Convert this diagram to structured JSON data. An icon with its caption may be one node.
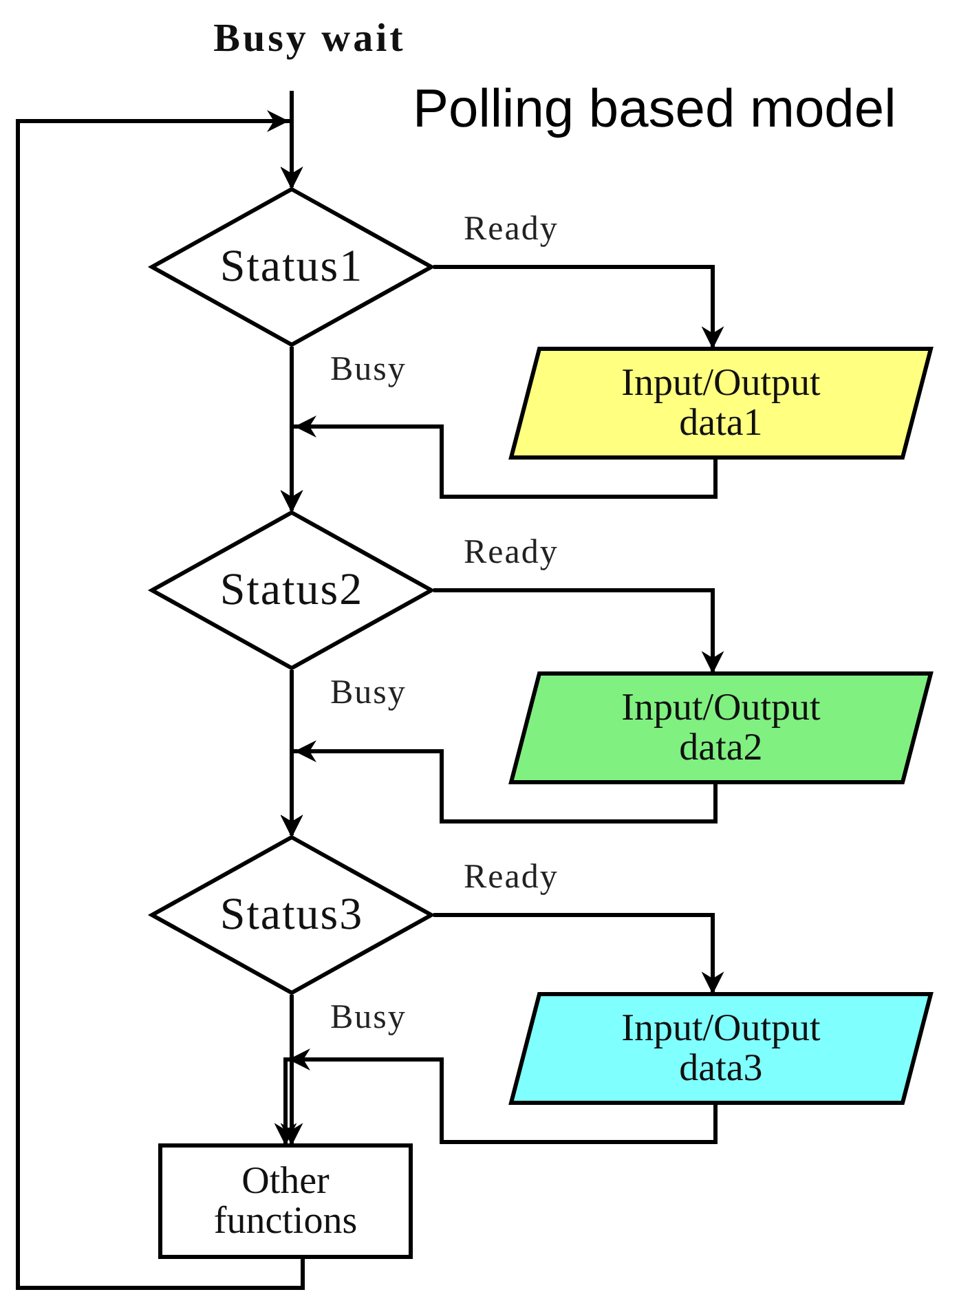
{
  "diagram": {
    "title": "Polling based model",
    "nodes": [
      {
        "text": [
          "Busy wait"
        ]
      },
      {
        "text": [
          "Status1"
        ]
      },
      {
        "text": [
          "Input/Output data1"
        ]
      },
      {
        "text": [
          "Status2"
        ]
      },
      {
        "text": [
          "Input/Output data2"
        ]
      },
      {
        "text": [
          "Status3"
        ]
      },
      {
        "text": [
          "Input/Output data3"
        ]
      },
      {
        "text": [
          "Other functions"
        ]
      }
    ],
    "edges": [
      {
        "from": 0,
        "to": 1,
        "arrow": "to"
      },
      {
        "from": 1,
        "to": 2,
        "arrow": "to",
        "label": "Ready"
      },
      {
        "from": 1,
        "to": 3,
        "arrow": "to",
        "label": "Busy"
      },
      {
        "from": 2,
        "to": 3,
        "arrow": "to"
      },
      {
        "from": 3,
        "to": 4,
        "arrow": "to",
        "label": "Ready"
      },
      {
        "from": 3,
        "to": 5,
        "arrow": "to",
        "label": "Busy"
      },
      {
        "from": 4,
        "to": 5,
        "arrow": "to"
      },
      {
        "from": 5,
        "to": 6,
        "arrow": "to",
        "label": "Ready"
      },
      {
        "from": 5,
        "to": 7,
        "arrow": "to",
        "label": "Busy"
      },
      {
        "from": 6,
        "to": 7,
        "arrow": "to"
      },
      {
        "from": 7,
        "to": 1,
        "arrow": "to"
      }
    ]
  }
}
